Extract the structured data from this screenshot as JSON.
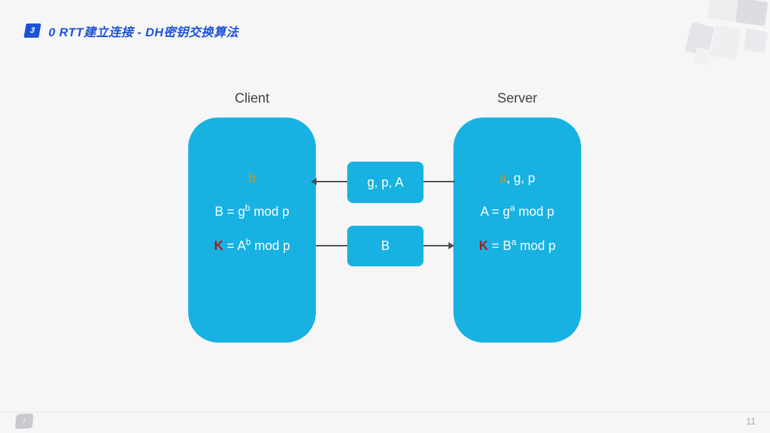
{
  "header": {
    "badge": "3",
    "title": "0 RTT建立连接 - DH密钥交换算法"
  },
  "diagram": {
    "client": {
      "label": "Client",
      "secret": "b",
      "formula1": {
        "pre": "B = g",
        "sup": "b",
        "post": " mod p"
      },
      "formula2": {
        "key": "K",
        "mid": " = A",
        "sup": "b",
        "post": " mod p"
      }
    },
    "server": {
      "label": "Server",
      "secret": "a",
      "secret_rest": ", g, p",
      "formula1": {
        "pre": "A = g",
        "sup": "a",
        "post": " mod p"
      },
      "formula2": {
        "key": "K",
        "mid": " = B",
        "sup": "a",
        "post": " mod p"
      }
    },
    "messages": [
      {
        "label": "g, p, A",
        "direction": "server-to-client"
      },
      {
        "label": "B",
        "direction": "client-to-server"
      }
    ]
  },
  "icons": {
    "logo_glyph": "↑"
  },
  "footer": {
    "page_number": "11"
  },
  "colors": {
    "accent_blue": "#1a52d6",
    "box_cyan": "#17b2e2",
    "secret_gold": "#c0992b",
    "key_red": "#9e2121",
    "arrow_gray": "#4d4d4d",
    "background": "#f6f6f7"
  }
}
